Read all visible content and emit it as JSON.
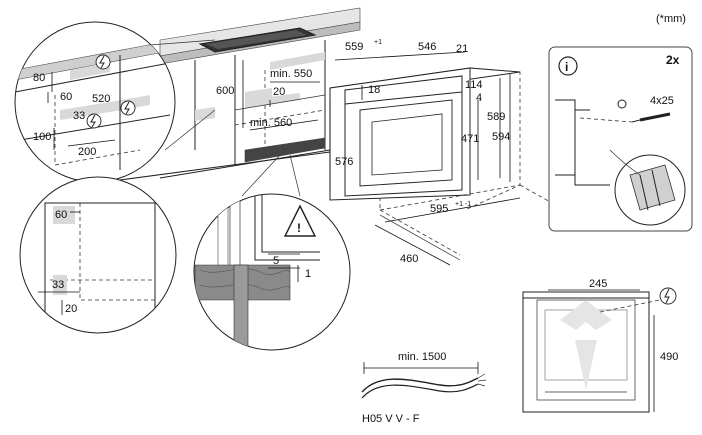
{
  "unit_note": "(*mm)",
  "cabinet": {
    "d80": "80",
    "d60": "60",
    "d33": "33",
    "d100": "100",
    "d520": "520",
    "d200": "200",
    "d600": "600",
    "d20": "20",
    "min550": "min. 550",
    "min560": "min. 560"
  },
  "oven": {
    "w559": "559",
    "w559_sup": "+1",
    "w546": "546",
    "w21": "21",
    "d18": "18",
    "d114": "114",
    "d4": "4",
    "d589": "589",
    "d594": "594",
    "d576": "576",
    "d471": "471",
    "w595": "595",
    "w595_sup": "+1 -1",
    "d460": "460"
  },
  "corner_detail": {
    "d60": "60",
    "d33": "33",
    "d20": "20"
  },
  "gap_detail": {
    "d5": "5",
    "d1": "1"
  },
  "fixing": {
    "count": "2x",
    "screw": "4x25",
    "info_symbol": "i"
  },
  "rear": {
    "d245": "245",
    "d490": "490"
  },
  "cable": {
    "min1500": "min. 1500",
    "type": "H05 V V - F"
  }
}
